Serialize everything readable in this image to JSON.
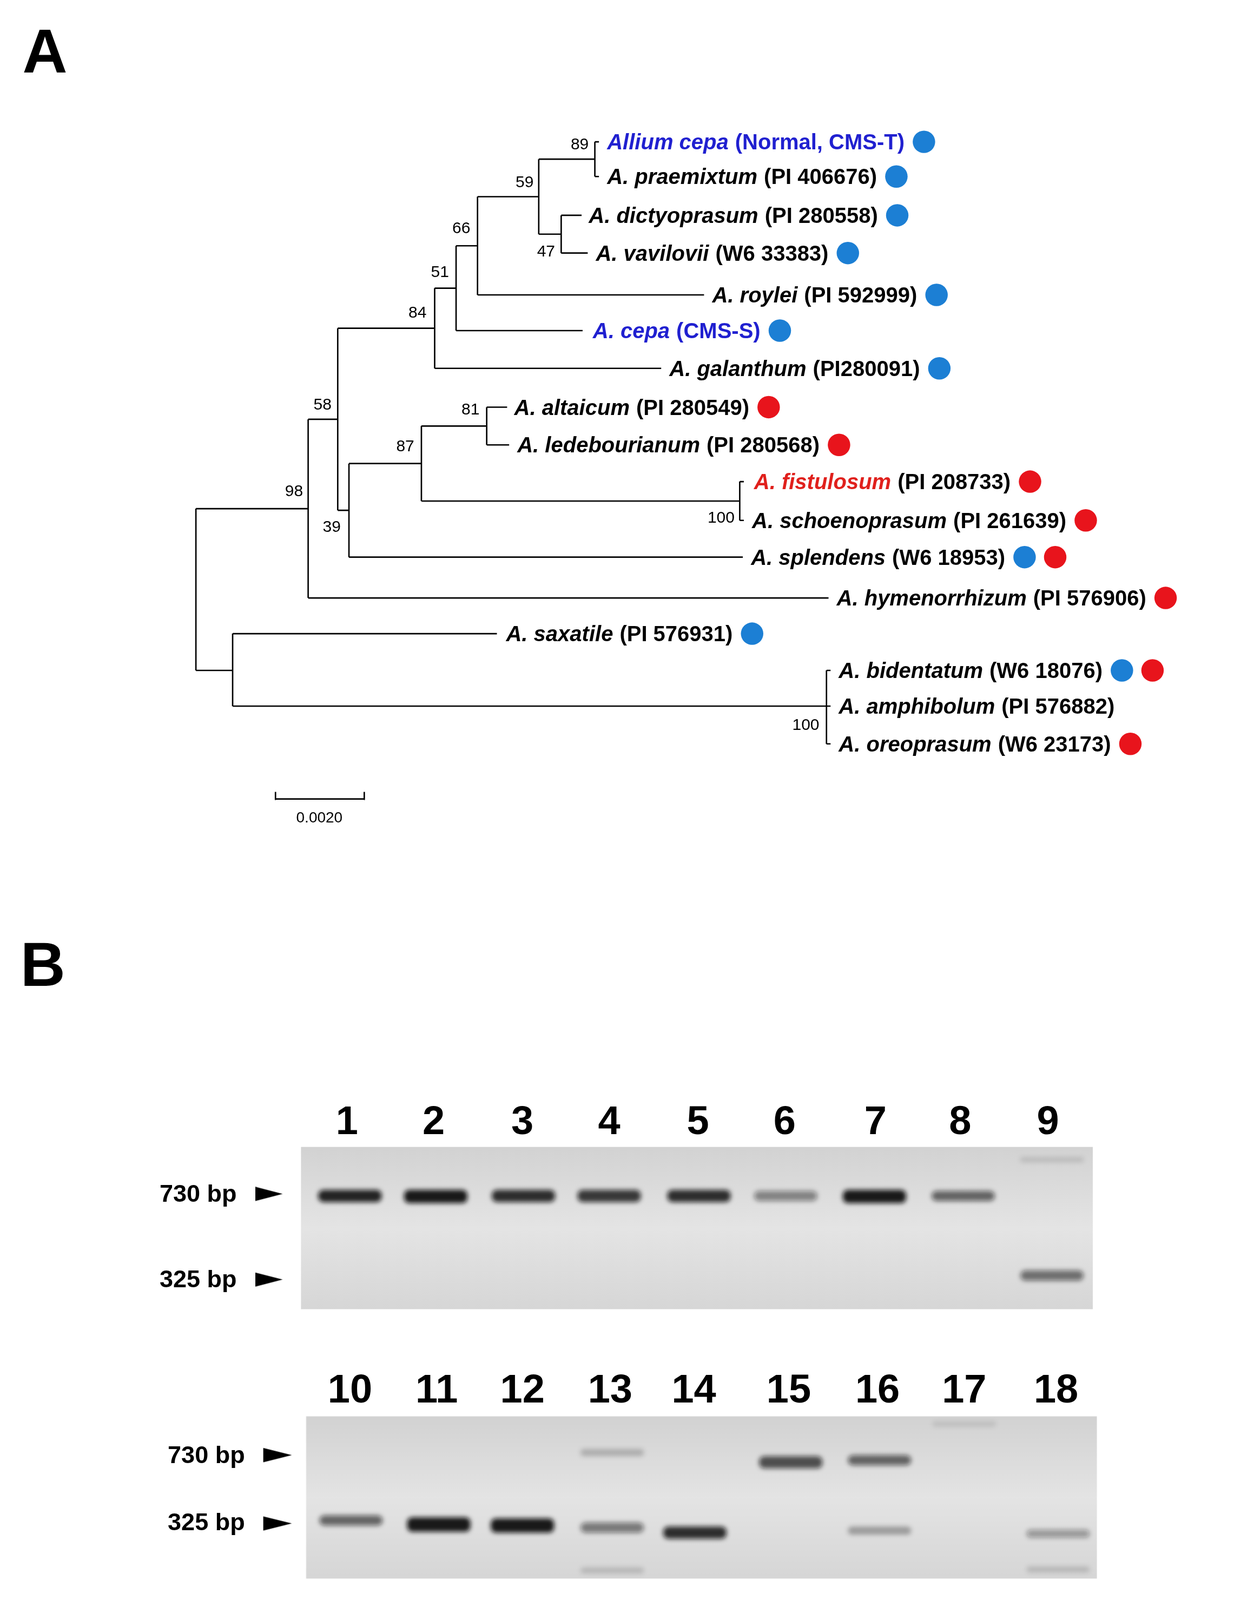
{
  "diagram": {
    "labels": [
      "A",
      "Allium cepa",
      "(Normal, CMS-T)",
      "A. praemixtum",
      "(PI 406676)",
      "A. dictyoprasum",
      "(PI 280558)",
      "A. vavilovii",
      "(W6 33383)",
      "A. roylei",
      "(PI 592999)",
      "A. cepa",
      "(CMS-S)",
      "A. galanthum",
      "(PI280091)",
      "A. altaicum",
      "(PI 280549)",
      "A. ledebourianum",
      "(PI 280568)",
      "A. fistulosum",
      "(PI 208733)",
      "A. schoenoprasum",
      "(PI 261639)",
      "A. splendens",
      "(W6 18953)",
      "A. hymenorrhizum",
      "(PI 576906)",
      "A. saxatile",
      "(PI 576931)",
      "A. bidentatum",
      "(W6 18076)",
      "A. amphibolum",
      "(PI 576882)",
      "A. oreoprasum",
      "(W6 23173)",
      "89",
      "59",
      "47",
      "66",
      "51",
      "84",
      "58",
      "98",
      "39",
      "81",
      "87",
      "100",
      "100",
      "0.0020",
      "B",
      "1",
      "2",
      "3",
      "4",
      "5",
      "6",
      "7",
      "8",
      "9",
      "730 bp",
      "325 bp",
      "10",
      "11",
      "12",
      "13",
      "14",
      "15",
      "16",
      "17",
      "18",
      "730 bp",
      "325 bp"
    ]
  }
}
